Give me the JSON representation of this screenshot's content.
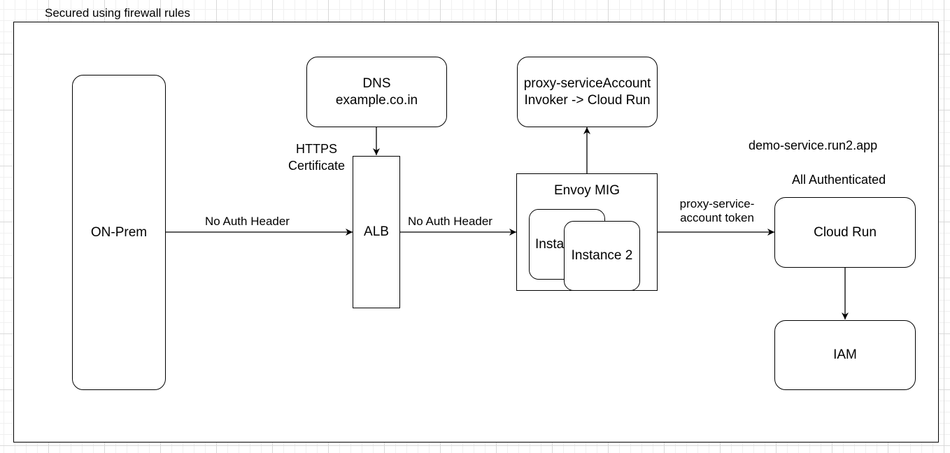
{
  "frame": {
    "title": "Secured using firewall rules"
  },
  "nodes": {
    "on_prem": "ON-Prem",
    "dns": "DNS\nexample.co.in",
    "https_cert": "HTTPS\nCertificate",
    "alb": "ALB",
    "proxy_sa": "proxy-serviceAccount\nInvoker -> Cloud Run",
    "envoy_mig": "Envoy MIG",
    "instance_1": "Instance 1",
    "instance_2": "Instance 2",
    "cloud_run_url": "demo-service.run2.app",
    "all_authenticated": "All Authenticated",
    "cloud_run": "Cloud Run",
    "iam": "IAM"
  },
  "edges": {
    "onprem_to_alb": "No Auth Header",
    "alb_to_envoy": "No Auth Header",
    "envoy_to_cloudrun": "proxy-service-\naccount token"
  }
}
